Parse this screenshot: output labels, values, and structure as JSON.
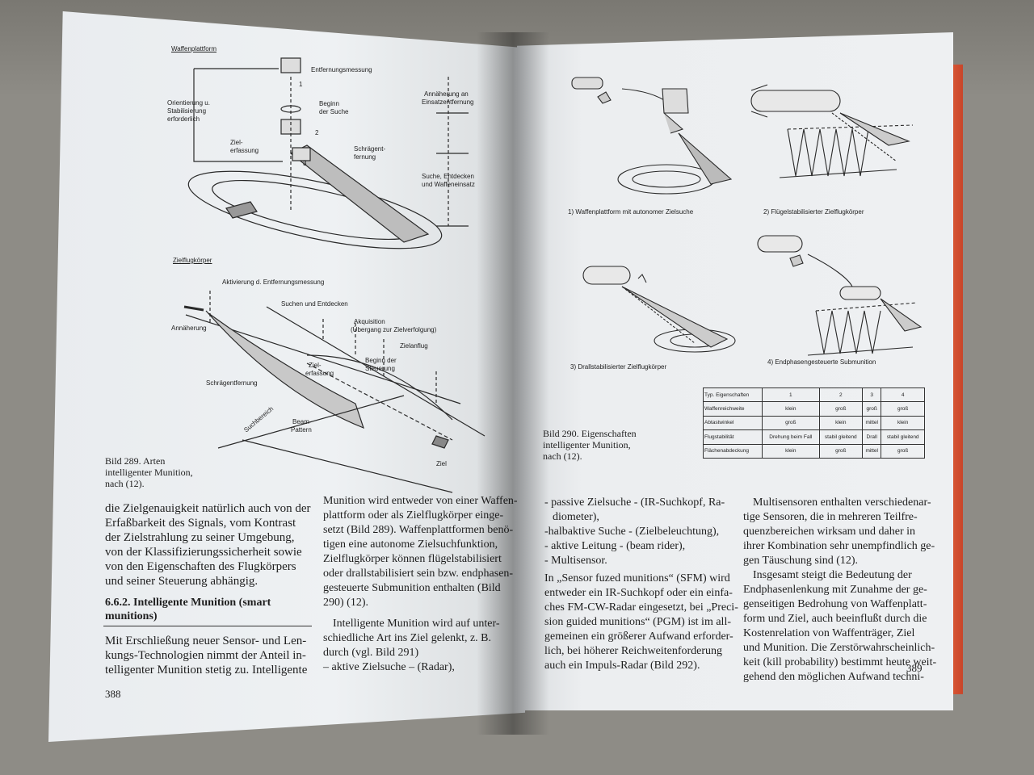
{
  "left_page": {
    "figure_289": {
      "top_label": "Waffenplattform",
      "labels_top": [
        "Entfernungsmessung",
        "1",
        "Orientierung u.",
        "Stabilisierung",
        "erforderlich",
        "Beginn",
        "der Suche",
        "2",
        "Ziel-",
        "erfassung",
        "3",
        "Schrägent-",
        "fernung",
        "Annäherung an",
        "Einsatzentfernung",
        "Suche, Entdecken",
        "und Waffeneinsatz"
      ],
      "bottom_label": "Zielflugkörper",
      "labels_bottom": [
        "Aktivierung d. Entfernungsmessung",
        "Suchen und Entdecken",
        "Annäherung",
        "Akquisition",
        "(Übergang zur Zielverfolgung)",
        "Zielanflug",
        "Beginn der",
        "Steuerung",
        "Ziel-",
        "erfassung",
        "Schrägentfernung",
        "Suchbereich",
        "Beam-",
        "Pattern",
        "Ziel"
      ],
      "caption": [
        "Bild 289. Arten",
        "intelligenter Munition,",
        "nach (12)."
      ]
    },
    "col1": [
      "die Zielgenauigkeit natürlich auch von der",
      "Erfaßbarkeit des Signals, vom Kontrast",
      "der Zielstrahlung zu seiner Umgebung,",
      "von der Klassifizierungssicherheit sowie",
      "von den Eigenschaften des Flugkörpers",
      "und seiner Steuerung abhängig."
    ],
    "heading": [
      "6.6.2. Intelligente Munition (smart",
      "munitions)"
    ],
    "col1b": [
      "Mit Erschließung neuer Sensor- und Len-",
      "kungs-Technologien nimmt der Anteil in-",
      "telligenter Munition stetig zu. Intelligente"
    ],
    "col2": [
      "Munition wird entweder von einer Waffen-",
      "plattform oder als Zielflugkörper einge-",
      "setzt (Bild 289). Waffenplattformen benö-",
      "tigen eine autonome Zielsuchfunktion,",
      "Zielflugkörper können flügelstabilisiert",
      "oder drallstabilisiert sein bzw. endphasen-",
      "gesteuerte Submunition enthalten (Bild",
      "290) (12)."
    ],
    "col2b": [
      "Intelligente Munition wird auf unter-",
      "schiedliche Art ins Ziel gelenkt, z. B.",
      "durch (vgl. Bild 291)",
      "– aktive Zielsuche – (Radar),"
    ],
    "page_number": "388"
  },
  "right_page": {
    "figure_290": {
      "sub_captions": [
        "1) Waffenplattform mit autonomer Zielsuche",
        "2) Flügelstabilisierter Zielflugkörper",
        "3) Drallstabilisierter Zielflugkörper",
        "4) Endphasengesteuerte Submunition"
      ],
      "caption": [
        "Bild 290. Eigenschaften",
        "intelligenter Munition,",
        "nach (12)."
      ],
      "table": {
        "header": [
          "Typ. Eigenschaften",
          "1",
          "2",
          "3",
          "4"
        ],
        "rows": [
          [
            "Waffenreichweite",
            "klein",
            "groß",
            "groß",
            "groß"
          ],
          [
            "Abtastwinkel",
            "groß",
            "klein",
            "mittel",
            "klein"
          ],
          [
            "Flugstabilität",
            "Drehung beim Fall",
            "stabil gleitend",
            "Drall",
            "stabil gleitend"
          ],
          [
            "Flächenabdeckung",
            "klein",
            "groß",
            "mittel",
            "groß"
          ]
        ]
      }
    },
    "col1": [
      "- passive Zielsuche - (IR-Suchkopf, Ra-",
      "diometer),",
      "-halbaktive Suche - (Zielbeleuchtung),",
      "- aktive Leitung - (beam rider),",
      "- Multisensor."
    ],
    "col1b": [
      "In „Sensor fuzed munitions“ (SFM) wird",
      "entweder ein IR-Suchkopf oder ein einfa-",
      "ches FM-CW-Radar eingesetzt, bei „Preci-",
      "sion guided munitions“ (PGM) ist im all-",
      "gemeinen ein größerer Aufwand erforder-",
      "lich, bei höherer Reichweitenforderung",
      "auch ein Impuls-Radar (Bild 292)."
    ],
    "col2": [
      "Multisensoren enthalten verschiedenar-",
      "tige Sensoren, die in mehreren Teilfre-",
      "quenzbereichen wirksam und daher in",
      "ihrer Kombination sehr unempfindlich ge-",
      "gen Täuschung sind (12)."
    ],
    "col2b": [
      "Insgesamt steigt die Bedeutung der",
      "Endphasenlenkung mit Zunahme der ge-",
      "genseitigen Bedrohung von Waffenplatt-",
      "form und Ziel, auch beeinflußt durch die",
      "Kostenrelation von Waffenträger, Ziel",
      "und Munition. Die Zerstörwahrscheinlich-",
      "keit (kill probability) bestimmt heute weit-",
      "gehend den möglichen Aufwand techni-"
    ],
    "page_number": "389"
  }
}
